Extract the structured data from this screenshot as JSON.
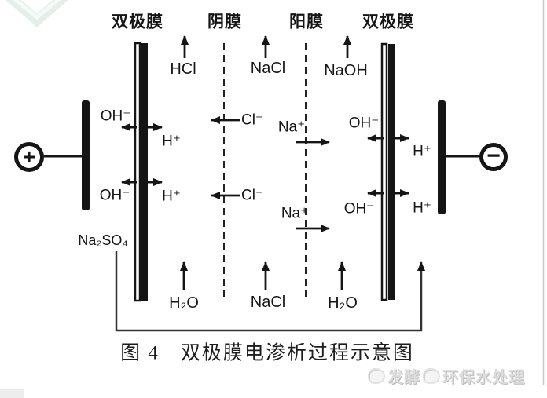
{
  "figure": {
    "caption": "图 4　双极膜电渗析过程示意图"
  },
  "membranes": {
    "left_bipolar_label": "双极膜",
    "anion_label": "阴膜",
    "cation_label": "阳膜",
    "right_bipolar_label": "双极膜"
  },
  "electrodes": {
    "anode_symbol": "+",
    "cathode_symbol": "−"
  },
  "species": {
    "acid_product": "HCl",
    "salt_top": "NaCl",
    "base_product": "NaOH",
    "water_left": "H₂O",
    "salt_bottom": "NaCl",
    "water_right": "H₂O",
    "feed_salt": "Na₂SO₄"
  },
  "ions": {
    "hydroxide": "OH⁻",
    "proton": "H⁺",
    "chloride": "Cl⁻",
    "sodium": "Na⁺"
  },
  "watermark": {
    "text_left": "发酵",
    "text_right": "环保水处理"
  },
  "colors": {
    "ink": "#151515",
    "frame_border": "#c9c9c9",
    "watermark_gray": "#dcdcdc",
    "corner_decoration": "#e4efe9"
  }
}
